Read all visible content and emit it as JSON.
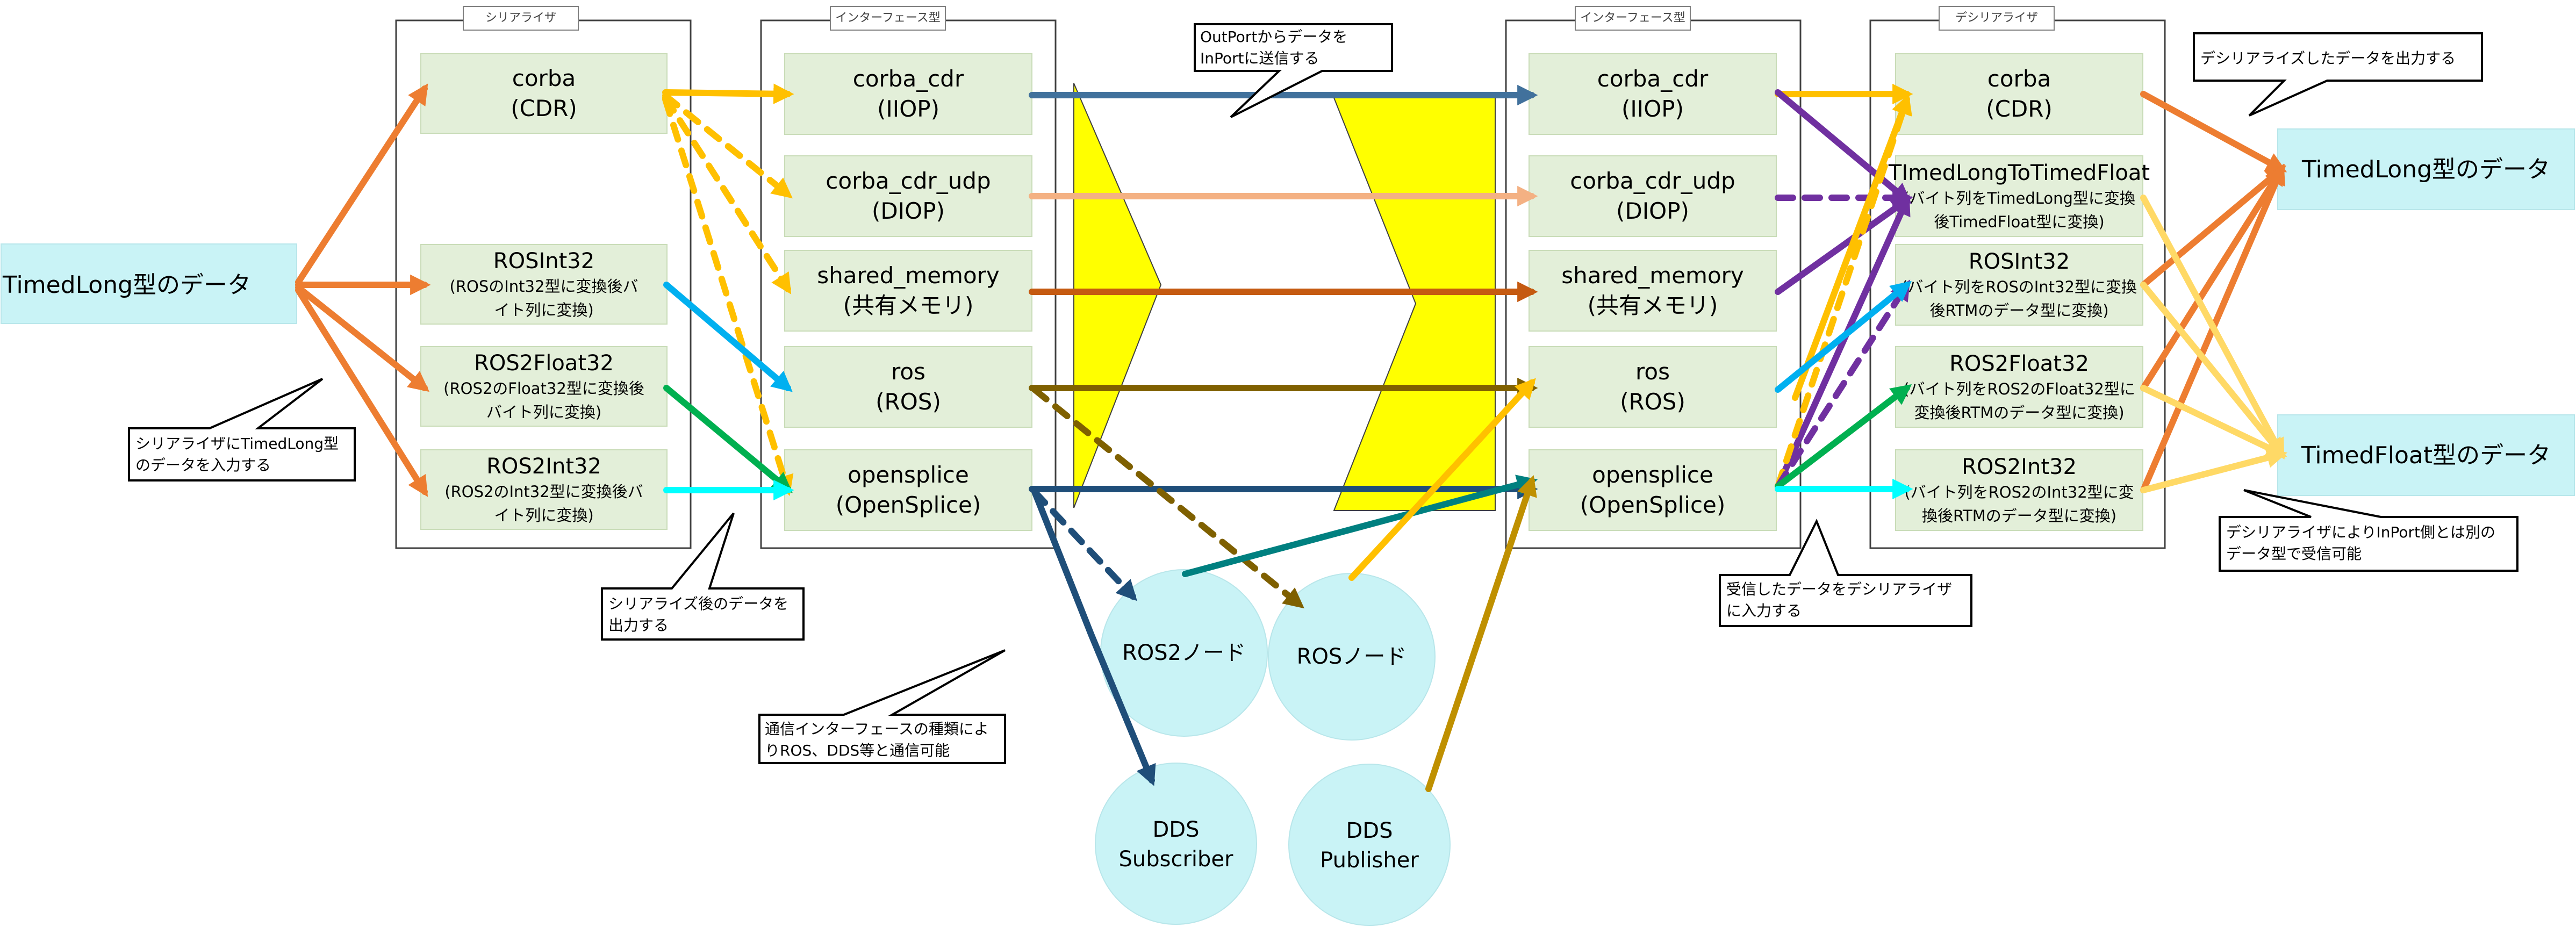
{
  "panels": {
    "serializer": {
      "title": "シリアライザ"
    },
    "interface_left": {
      "title": "インターフェース型"
    },
    "interface_right": {
      "title": "インターフェース型"
    },
    "deserializer": {
      "title": "デシリアライザ"
    }
  },
  "source": {
    "label": "TimedLong型のデータ"
  },
  "serializers": [
    {
      "lines": [
        "corba",
        "(CDR)"
      ]
    },
    {
      "lines": [
        "ROSInt32",
        "(ROSのInt32型に変換後バ",
        "イト列に変換)"
      ]
    },
    {
      "lines": [
        "ROS2Float32",
        "(ROS2のFloat32型に変換後",
        "バイト列に変換)"
      ]
    },
    {
      "lines": [
        "ROS2Int32",
        "(ROS2のInt32型に変換後バ",
        "イト列に変換)"
      ]
    }
  ],
  "interfaces_left": [
    {
      "lines": [
        "corba_cdr",
        "(IIOP)"
      ]
    },
    {
      "lines": [
        "corba_cdr_udp",
        "(DIOP)"
      ]
    },
    {
      "lines": [
        "shared_memory",
        "(共有メモリ)"
      ]
    },
    {
      "lines": [
        "ros",
        "(ROS)"
      ]
    },
    {
      "lines": [
        "opensplice",
        "(OpenSplice)"
      ]
    }
  ],
  "interfaces_right": [
    {
      "lines": [
        "corba_cdr",
        "(IIOP)"
      ]
    },
    {
      "lines": [
        "corba_cdr_udp",
        "(DIOP)"
      ]
    },
    {
      "lines": [
        "shared_memory",
        "(共有メモリ)"
      ]
    },
    {
      "lines": [
        "ros",
        "(ROS)"
      ]
    },
    {
      "lines": [
        "opensplice",
        "(OpenSplice)"
      ]
    }
  ],
  "deserializers": [
    {
      "lines": [
        "corba",
        "(CDR)"
      ]
    },
    {
      "lines": [
        "TImedLongToTimedFloat",
        "(バイト列をTimedLong型に変換",
        "後TimedFloat型に変換)"
      ]
    },
    {
      "lines": [
        "ROSInt32",
        "(バイト列をROSのInt32型に変換",
        "後RTMのデータ型に変換)"
      ]
    },
    {
      "lines": [
        "ROS2Float32",
        "(バイト列をROS2のFloat32型に",
        "変換後RTMのデータ型に変換)"
      ]
    },
    {
      "lines": [
        "ROS2Int32",
        "(バイト列をROS2のInt32型に変",
        "換後RTMのデータ型に変換)"
      ]
    }
  ],
  "outputs": [
    {
      "label": "TimedLong型のデータ"
    },
    {
      "label": "TimedFloat型のデータ"
    }
  ],
  "nodes": {
    "ros2": {
      "label": "ROS2ノード"
    },
    "ros": {
      "label": "ROSノード"
    },
    "dds_subscriber": {
      "lines": [
        "DDS",
        "Subscriber"
      ]
    },
    "dds_publisher": {
      "lines": [
        "DDS",
        "Publisher"
      ]
    }
  },
  "callouts": {
    "outport": {
      "lines": [
        "OutPortからデータを",
        "InPortに送信する"
      ]
    },
    "input_serializer": {
      "lines": [
        "シリアライザにTimedLong型",
        "のデータを入力する"
      ]
    },
    "serialized_output": {
      "lines": [
        "シリアライズ後のデータを",
        "出力する"
      ]
    },
    "interface_types": {
      "lines": [
        "通信インターフェースの種類によ",
        "りROS、DDS等と通信可能"
      ]
    },
    "received_input": {
      "lines": [
        "受信したデータをデシリアライザ",
        "に入力する"
      ]
    },
    "deserialized_output": {
      "lines": [
        "デシリアライズしたデータを出力する"
      ]
    },
    "other_type": {
      "lines": [
        "デシリアライザによりInPort側とは別の",
        "データ型で受信可能"
      ]
    }
  },
  "colors": {
    "orange": "#ed7d31",
    "gold": "#ffc000",
    "steel_blue": "#41719c",
    "salmon": "#f4b183",
    "rust": "#c55a11",
    "olive": "#7f6000",
    "navy": "#1f4e79",
    "sky": "#00b0f0",
    "green": "#00b050",
    "cyan": "#00ffff",
    "purple": "#7030a0",
    "teal": "#008080",
    "dark_gold": "#bf9000",
    "light_yellow": "#ffd966",
    "yellow": "#ffff00"
  }
}
